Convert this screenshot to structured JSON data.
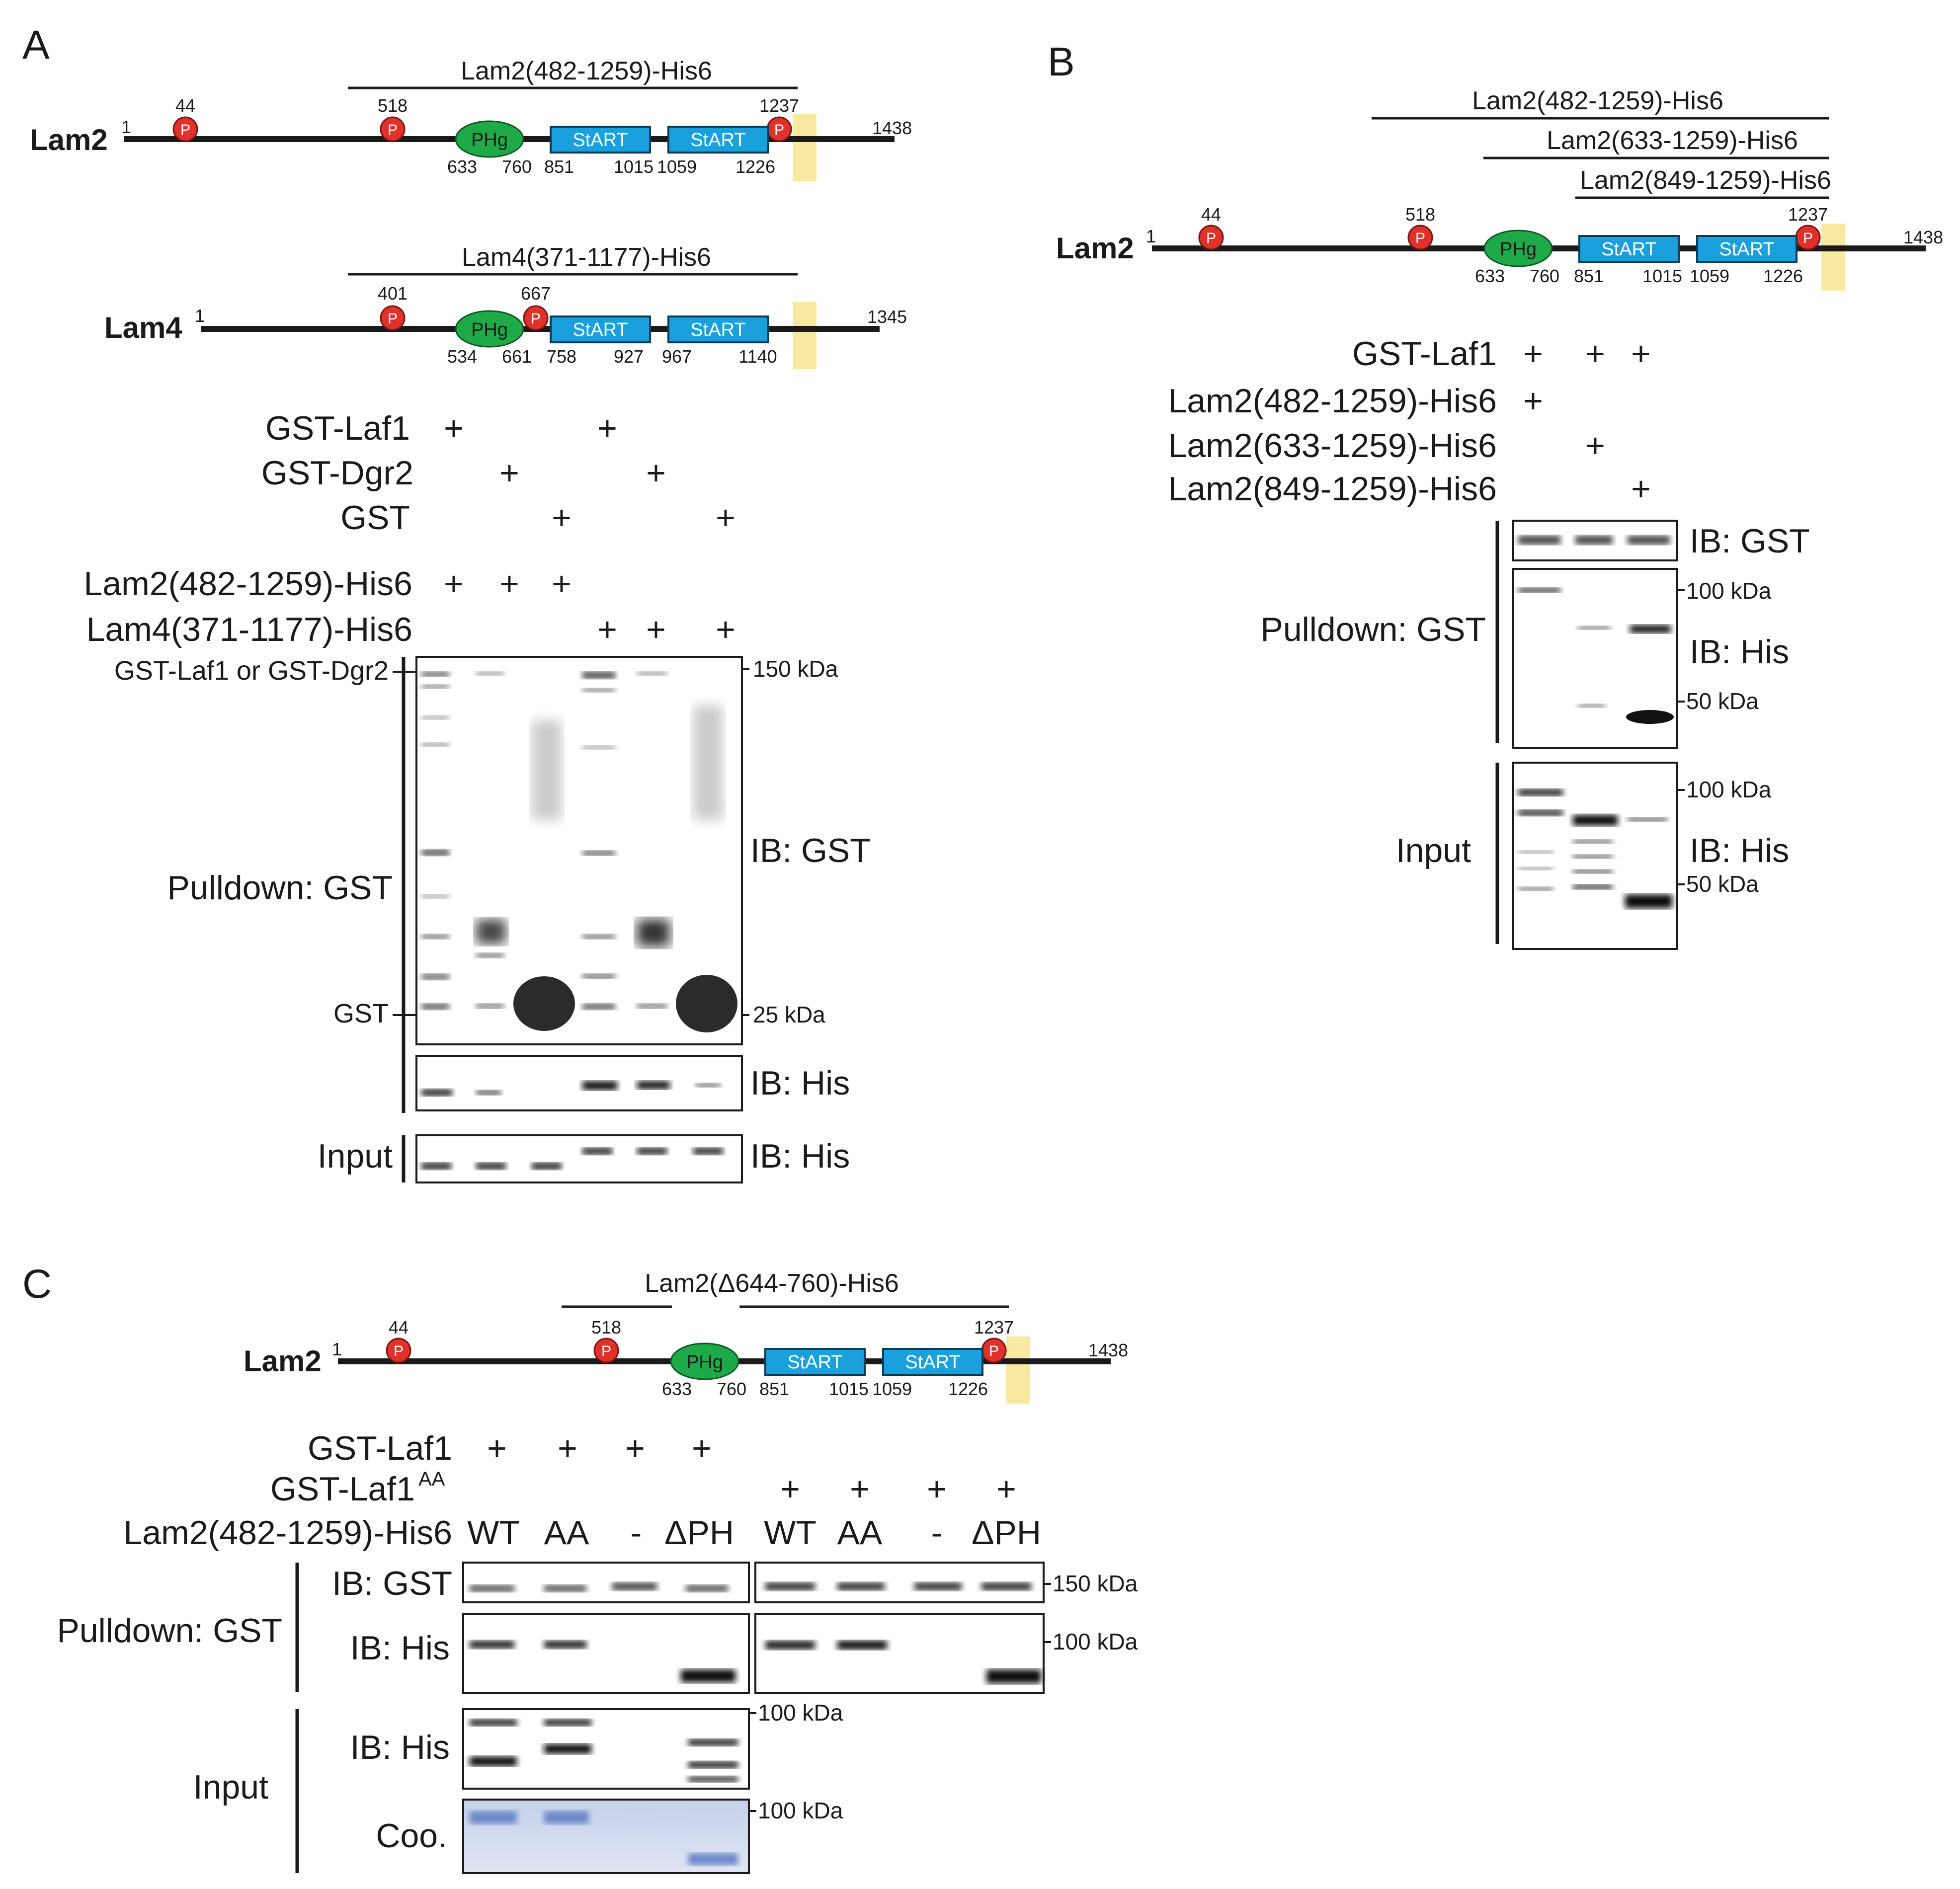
{
  "panels": {
    "A": {
      "letter": "A",
      "lam2": {
        "name": "Lam2",
        "start": "1",
        "end": "1438",
        "phospho": [
          "44",
          "518",
          "1237"
        ],
        "construct": "Lam2(482-1259)-His6",
        "domains": [
          {
            "label": "PHg",
            "nums": [
              "633",
              "760"
            ]
          },
          {
            "label": "StART",
            "nums": [
              "851",
              "1015"
            ]
          },
          {
            "label": "StART",
            "nums": [
              "1059",
              "1226"
            ]
          }
        ]
      },
      "lam4": {
        "name": "Lam4",
        "start": "1",
        "end": "1345",
        "phospho": [
          "401",
          "667"
        ],
        "construct": "Lam4(371-1177)-His6",
        "domains": [
          {
            "label": "PHg",
            "nums": [
              "534",
              "661"
            ]
          },
          {
            "label": "StART",
            "nums": [
              "758",
              "927"
            ]
          },
          {
            "label": "StART",
            "nums": [
              "967",
              "1140"
            ]
          }
        ]
      },
      "rows": [
        {
          "label": "GST-Laf1",
          "marks": [
            "+",
            "",
            "",
            "+",
            "",
            ""
          ]
        },
        {
          "label": "GST-Dgr2",
          "marks": [
            "",
            "+",
            "",
            "",
            "+",
            ""
          ]
        },
        {
          "label": "GST",
          "marks": [
            "",
            "",
            "+",
            "",
            "",
            "+"
          ]
        },
        {
          "label": "Lam2(482-1259)-His6",
          "marks": [
            "+",
            "+",
            "+",
            "",
            "",
            ""
          ]
        },
        {
          "label": "Lam4(371-1177)-His6",
          "marks": [
            "",
            "",
            "",
            "+",
            "+",
            "+"
          ]
        }
      ],
      "side_labels": {
        "gst_fusion": "GST-Laf1 or GST-Dgr2",
        "gst": "GST",
        "pulldown": "Pulldown: GST",
        "input": "Input"
      },
      "ib": {
        "gst": "IB: GST",
        "his": "IB: His",
        "his_input": "IB: His"
      },
      "mw": {
        "top": "150 kDa",
        "bottom": "25 kDa"
      }
    },
    "B": {
      "letter": "B",
      "constructs": [
        "Lam2(482-1259)-His6",
        "Lam2(633-1259)-His6",
        "Lam2(849-1259)-His6"
      ],
      "lam2": {
        "name": "Lam2",
        "start": "1",
        "end": "1438",
        "phospho": [
          "44",
          "518",
          "1237"
        ],
        "domains": [
          {
            "label": "PHg",
            "nums": [
              "633",
              "760"
            ]
          },
          {
            "label": "StART",
            "nums": [
              "851",
              "1015"
            ]
          },
          {
            "label": "StART",
            "nums": [
              "1059",
              "1226"
            ]
          }
        ]
      },
      "rows": [
        {
          "label": "GST-Laf1",
          "marks": [
            "+",
            "+",
            "+"
          ]
        },
        {
          "label": "Lam2(482-1259)-His6",
          "marks": [
            "+",
            "",
            ""
          ]
        },
        {
          "label": "Lam2(633-1259)-His6",
          "marks": [
            "",
            "+",
            ""
          ]
        },
        {
          "label": "Lam2(849-1259)-His6",
          "marks": [
            "",
            "",
            "+"
          ]
        }
      ],
      "side_labels": {
        "pulldown": "Pulldown: GST",
        "input": "Input"
      },
      "ib": {
        "gst": "IB: GST",
        "his": "IB: His",
        "his_input": "IB: His"
      },
      "mw": {
        "p100": "100 kDa",
        "p50": "50 kDa",
        "i100": "100 kDa",
        "i50": "50 kDa"
      }
    },
    "C": {
      "letter": "C",
      "lam2": {
        "name": "Lam2",
        "start": "1",
        "end": "1438",
        "phospho": [
          "44",
          "518",
          "1237"
        ],
        "construct": "Lam2(Δ644-760)-His6",
        "domains": [
          {
            "label": "PHg",
            "nums": [
              "633",
              "760"
            ]
          },
          {
            "label": "StART",
            "nums": [
              "851",
              "1015"
            ]
          },
          {
            "label": "StART",
            "nums": [
              "1059",
              "1226"
            ]
          }
        ]
      },
      "rows": [
        {
          "label": "GST-Laf1",
          "marks": [
            "+",
            "+",
            "+",
            "+",
            "",
            "",
            "",
            ""
          ]
        },
        {
          "label": "GST-Laf1",
          "sup": "AA",
          "marks": [
            "",
            "",
            "",
            "",
            "+",
            "+",
            "+",
            "+"
          ]
        },
        {
          "label": "Lam2(482-1259)-His6",
          "marks": [
            "WT",
            "AA",
            "-",
            "ΔPH",
            "WT",
            "AA",
            "-",
            "ΔPH"
          ]
        }
      ],
      "side_labels": {
        "pulldown": "Pulldown: GST",
        "input": "Input"
      },
      "ib": {
        "gst": "IB: GST",
        "his": "IB: His",
        "his_input": "IB: His",
        "coo": "Coo."
      },
      "mw": {
        "gst": "150 kDa",
        "his": "100 kDa",
        "inhis": "100 kDa",
        "coo": "100 kDa"
      }
    }
  },
  "colors": {
    "phospho": "#e0312a",
    "phg": "#1faa4a",
    "start": "#1aa0dc",
    "highlight": "#f7e9a0",
    "coomassie": "#6c88c8"
  }
}
